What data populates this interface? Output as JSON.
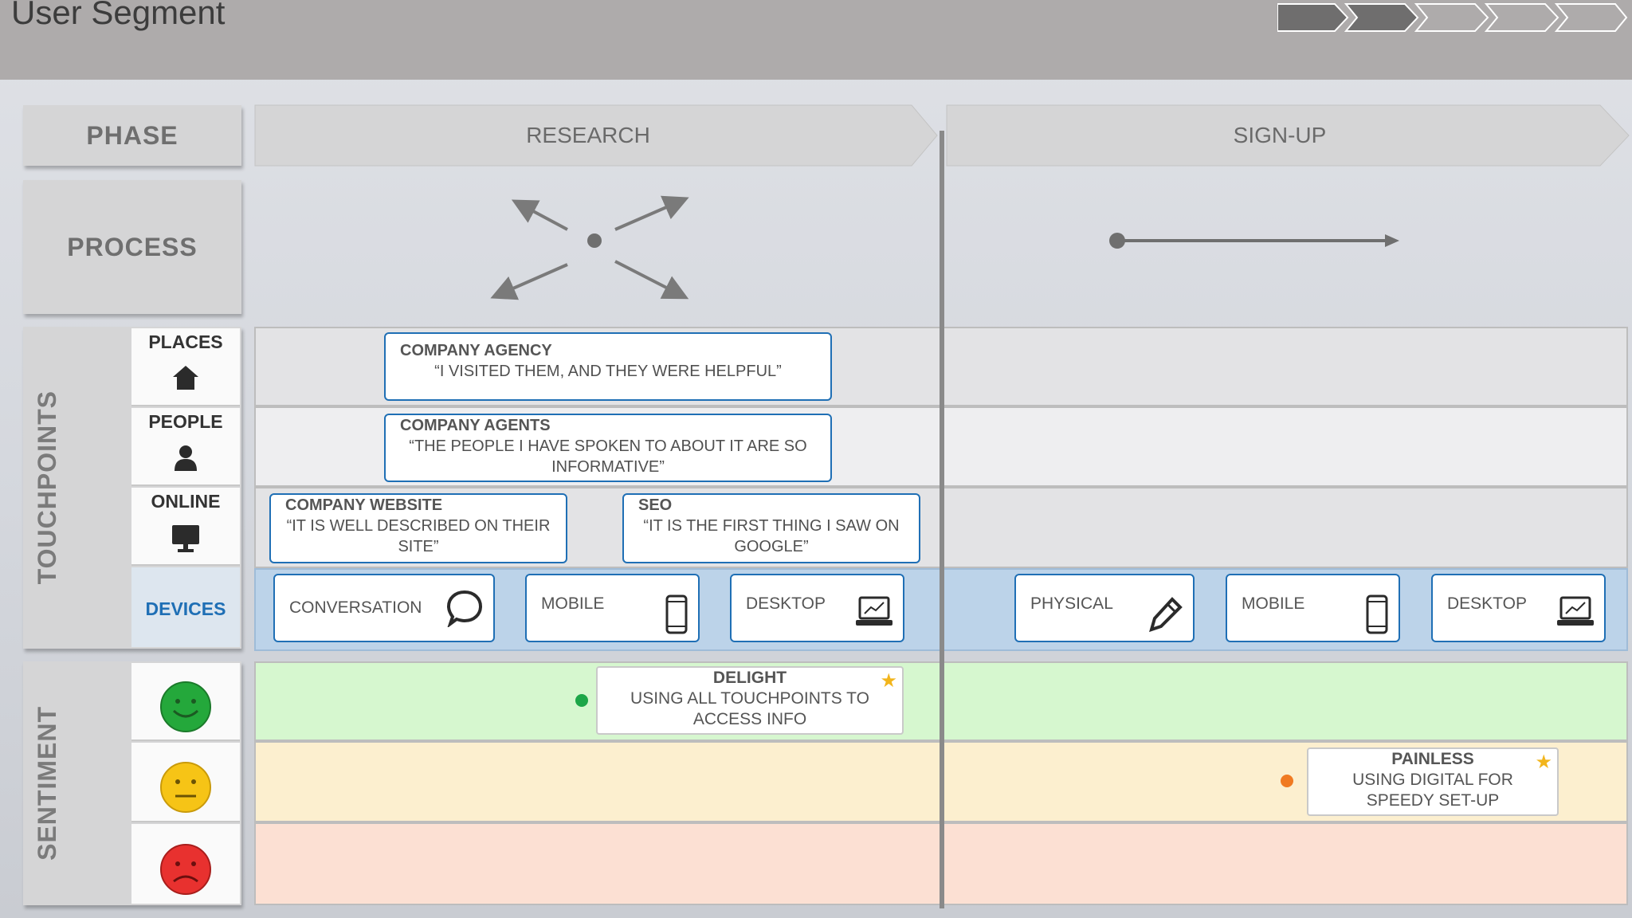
{
  "title": "User Segment",
  "progress": {
    "filled_steps": 2,
    "total_steps": 5
  },
  "colors": {
    "accent": "#1f6fb5",
    "devices_band": "#bcd3e9",
    "positive": "#d6f7cf",
    "neutral": "#fcefcf",
    "negative": "#fce0d3"
  },
  "labels": {
    "phase": "PHASE",
    "process": "PROCESS",
    "touchpoints": "TOUCHPOINTS",
    "sentiment": "SENTIMENT",
    "places": "PLACES",
    "people": "PEOPLE",
    "online": "ONLINE",
    "devices": "DEVICES"
  },
  "phases": [
    "RESEARCH",
    "SIGN-UP"
  ],
  "touchpoints": {
    "places": [
      {
        "head": "COMPANY AGENCY",
        "quote": "“I VISITED THEM, AND THEY WERE HELPFUL”"
      }
    ],
    "people": [
      {
        "head": "COMPANY AGENTS",
        "quote": "“THE PEOPLE I HAVE SPOKEN TO ABOUT IT ARE SO INFORMATIVE”"
      }
    ],
    "online": [
      {
        "head": "COMPANY WEBSITE",
        "quote": "“IT IS WELL DESCRIBED ON THEIR SITE”"
      },
      {
        "head": "SEO",
        "quote": "“IT IS THE FIRST THING I SAW ON GOOGLE”"
      }
    ]
  },
  "devices": {
    "research": [
      {
        "label": "CONVERSATION",
        "icon": "speech-bubble-icon"
      },
      {
        "label": "MOBILE",
        "icon": "mobile-phone-icon"
      },
      {
        "label": "DESKTOP",
        "icon": "laptop-icon"
      }
    ],
    "signup": [
      {
        "label": "PHYSICAL",
        "icon": "pen-icon"
      },
      {
        "label": "MOBILE",
        "icon": "mobile-phone-icon"
      },
      {
        "label": "DESKTOP",
        "icon": "laptop-icon"
      }
    ]
  },
  "sentiment": {
    "delight": {
      "head": "DELIGHT",
      "text": "USING ALL TOUCHPOINTS TO ACCESS INFO"
    },
    "painless": {
      "head": "PAINLESS",
      "text": "USING DIGITAL FOR SPEEDY SET-UP"
    }
  }
}
